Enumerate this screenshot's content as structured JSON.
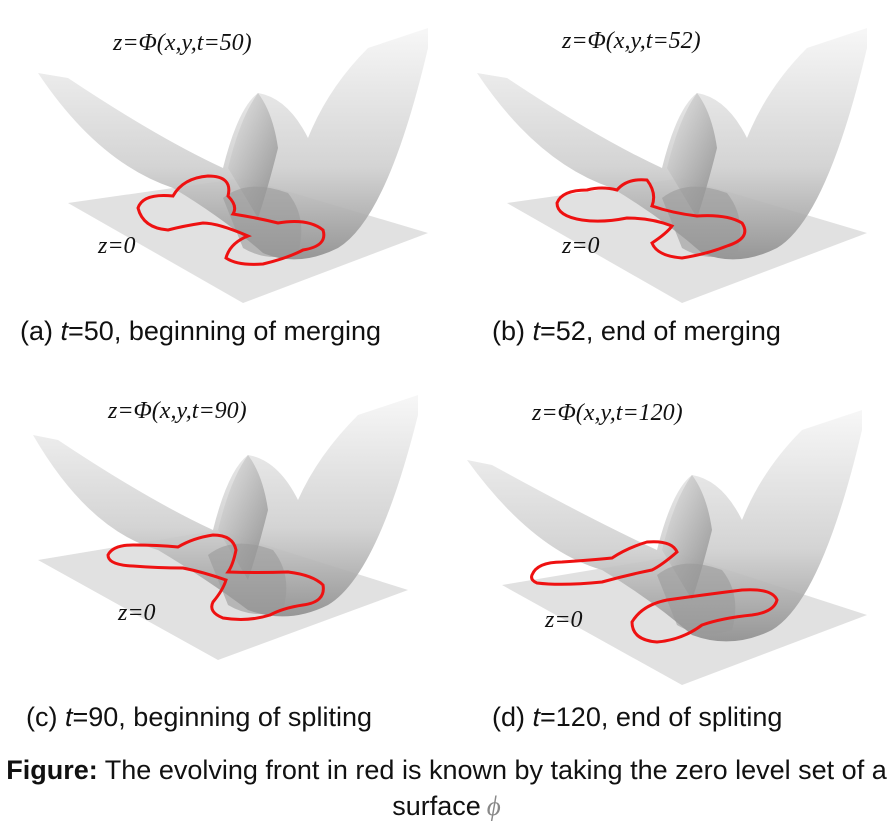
{
  "panels": [
    {
      "id": "a",
      "equation": "z=Φ(x,y,t=50)",
      "zero_label": "z=0",
      "caption_prefix": "(a) ",
      "caption_var": "t",
      "caption_rest": "=50, beginning of merging"
    },
    {
      "id": "b",
      "equation": "z=Φ(x,y,t=52)",
      "zero_label": "z=0",
      "caption_prefix": "(b) ",
      "caption_var": "t",
      "caption_rest": "=52, end of merging"
    },
    {
      "id": "c",
      "equation": "z=Φ(x,y,t=90)",
      "zero_label": "z=0",
      "caption_prefix": "(c) ",
      "caption_var": "t",
      "caption_rest": "=90, beginning of spliting"
    },
    {
      "id": "d",
      "equation": "z=Φ(x,y,t=120)",
      "zero_label": "z=0",
      "caption_prefix": "(d) ",
      "caption_var": "t",
      "caption_rest": "=120, end of spliting"
    }
  ],
  "figure_caption": {
    "label": "Figure:",
    "text": " The evolving front in red is known by taking the zero level set of a surface",
    "symbol": "ϕ"
  },
  "colors": {
    "front": "#ee1111",
    "plane": "#d9d9d9",
    "surface_light": "#f2f2f2",
    "surface_dark": "#8a8a8a"
  }
}
